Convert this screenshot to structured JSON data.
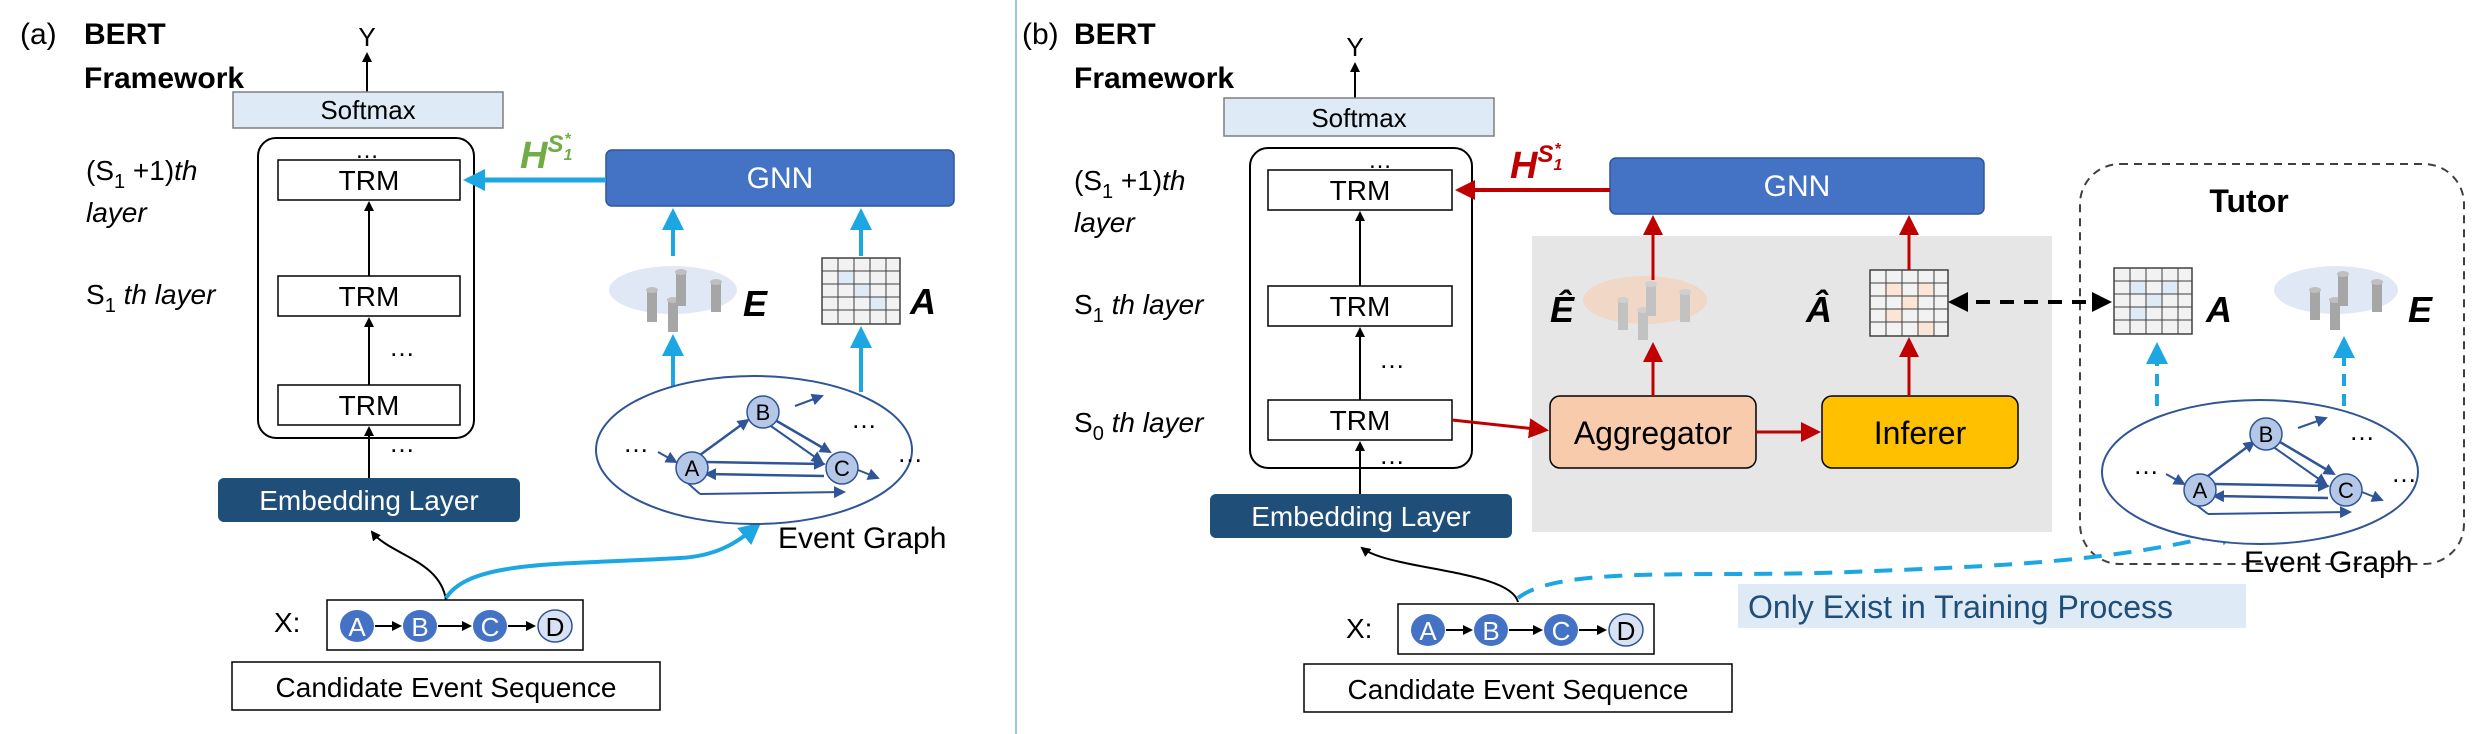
{
  "left_panel": {
    "tag": "(a)",
    "framework_l1": "BERT",
    "framework_l2": "Framework",
    "output": "Y",
    "softmax": "Softmax",
    "layer_top_l1": "(S",
    "layer_top_sub": "1",
    "layer_top_rest": " +1)",
    "layer_top_it": "th",
    "layer_top_l2": "layer",
    "layer_mid": "S",
    "layer_mid_sub": "1",
    "layer_mid_it": " th layer",
    "trm": "TRM",
    "dots": "…",
    "embedding": "Embedding Layer",
    "h_label": "H",
    "h_sup": "S",
    "h_sup_sub": "1",
    "h_sup_star": "*",
    "gnn": "GNN",
    "e_label": "E",
    "a_label": "A",
    "event_graph": "Event Graph",
    "x_label": "X:",
    "seq_nodes": [
      "A",
      "B",
      "C",
      "D"
    ],
    "graph_nodes": [
      "A",
      "B",
      "C"
    ],
    "candidate": "Candidate Event Sequence"
  },
  "right_panel": {
    "tag": "(b)",
    "framework_l1": "BERT",
    "framework_l2": "Framework",
    "output": "Y",
    "softmax": "Softmax",
    "layer_top_l1": "(S",
    "layer_top_sub": "1",
    "layer_top_rest": " +1)",
    "layer_top_it": "th",
    "layer_top_l2": "layer",
    "layer_mid": "S",
    "layer_mid_sub": "1",
    "layer_mid_it": " th layer",
    "layer_bot": "S",
    "layer_bot_sub": "0",
    "layer_bot_it": " th layer",
    "trm": "TRM",
    "dots": "…",
    "embedding": "Embedding Layer",
    "h_label": "H",
    "h_sup": "S",
    "h_sup_sub": "1",
    "h_sup_star": "*",
    "gnn": "GNN",
    "e_hat": "Ê",
    "a_hat": "Â",
    "aggregator": "Aggregator",
    "inferer": "Inferer",
    "tutor": "Tutor",
    "a_label": "A",
    "e_label": "E",
    "event_graph": "Event Graph",
    "only_exist": "Only Exist in Training Process",
    "x_label": "X:",
    "seq_nodes": [
      "A",
      "B",
      "C",
      "D"
    ],
    "graph_nodes": [
      "A",
      "B",
      "C"
    ],
    "candidate": "Candidate Event Sequence"
  },
  "colors": {
    "gnn_blue": "#4472C4",
    "dark_blue": "#1F4E79",
    "cyan_arrow": "#1CA7E2",
    "red_arrow": "#C00000",
    "green_h": "#70AD47",
    "softmax_fill": "#DEEBF7",
    "aggregator_fill": "#F8CBAD",
    "inferer_fill": "#FFC000",
    "grey_region": "#E7E6E6"
  }
}
